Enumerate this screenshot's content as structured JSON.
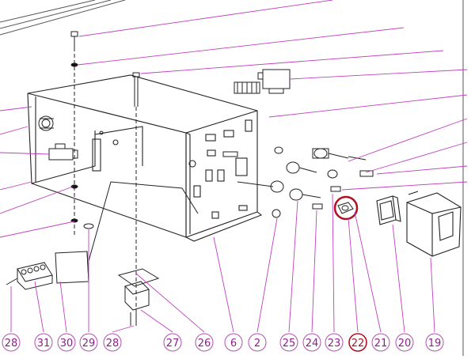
{
  "colors": {
    "leader": "#c040c0",
    "label_circle": "#b050b0",
    "label_text": "#8a1f8a",
    "highlight": "#b01020",
    "line": "#222222",
    "background": "#ffffff"
  },
  "callouts": [
    "28",
    "31",
    "30",
    "29",
    "28",
    "27",
    "26",
    "6",
    "2",
    "25",
    "24",
    "23",
    "22",
    "21",
    "20",
    "19"
  ],
  "highlighted_callout": "22"
}
